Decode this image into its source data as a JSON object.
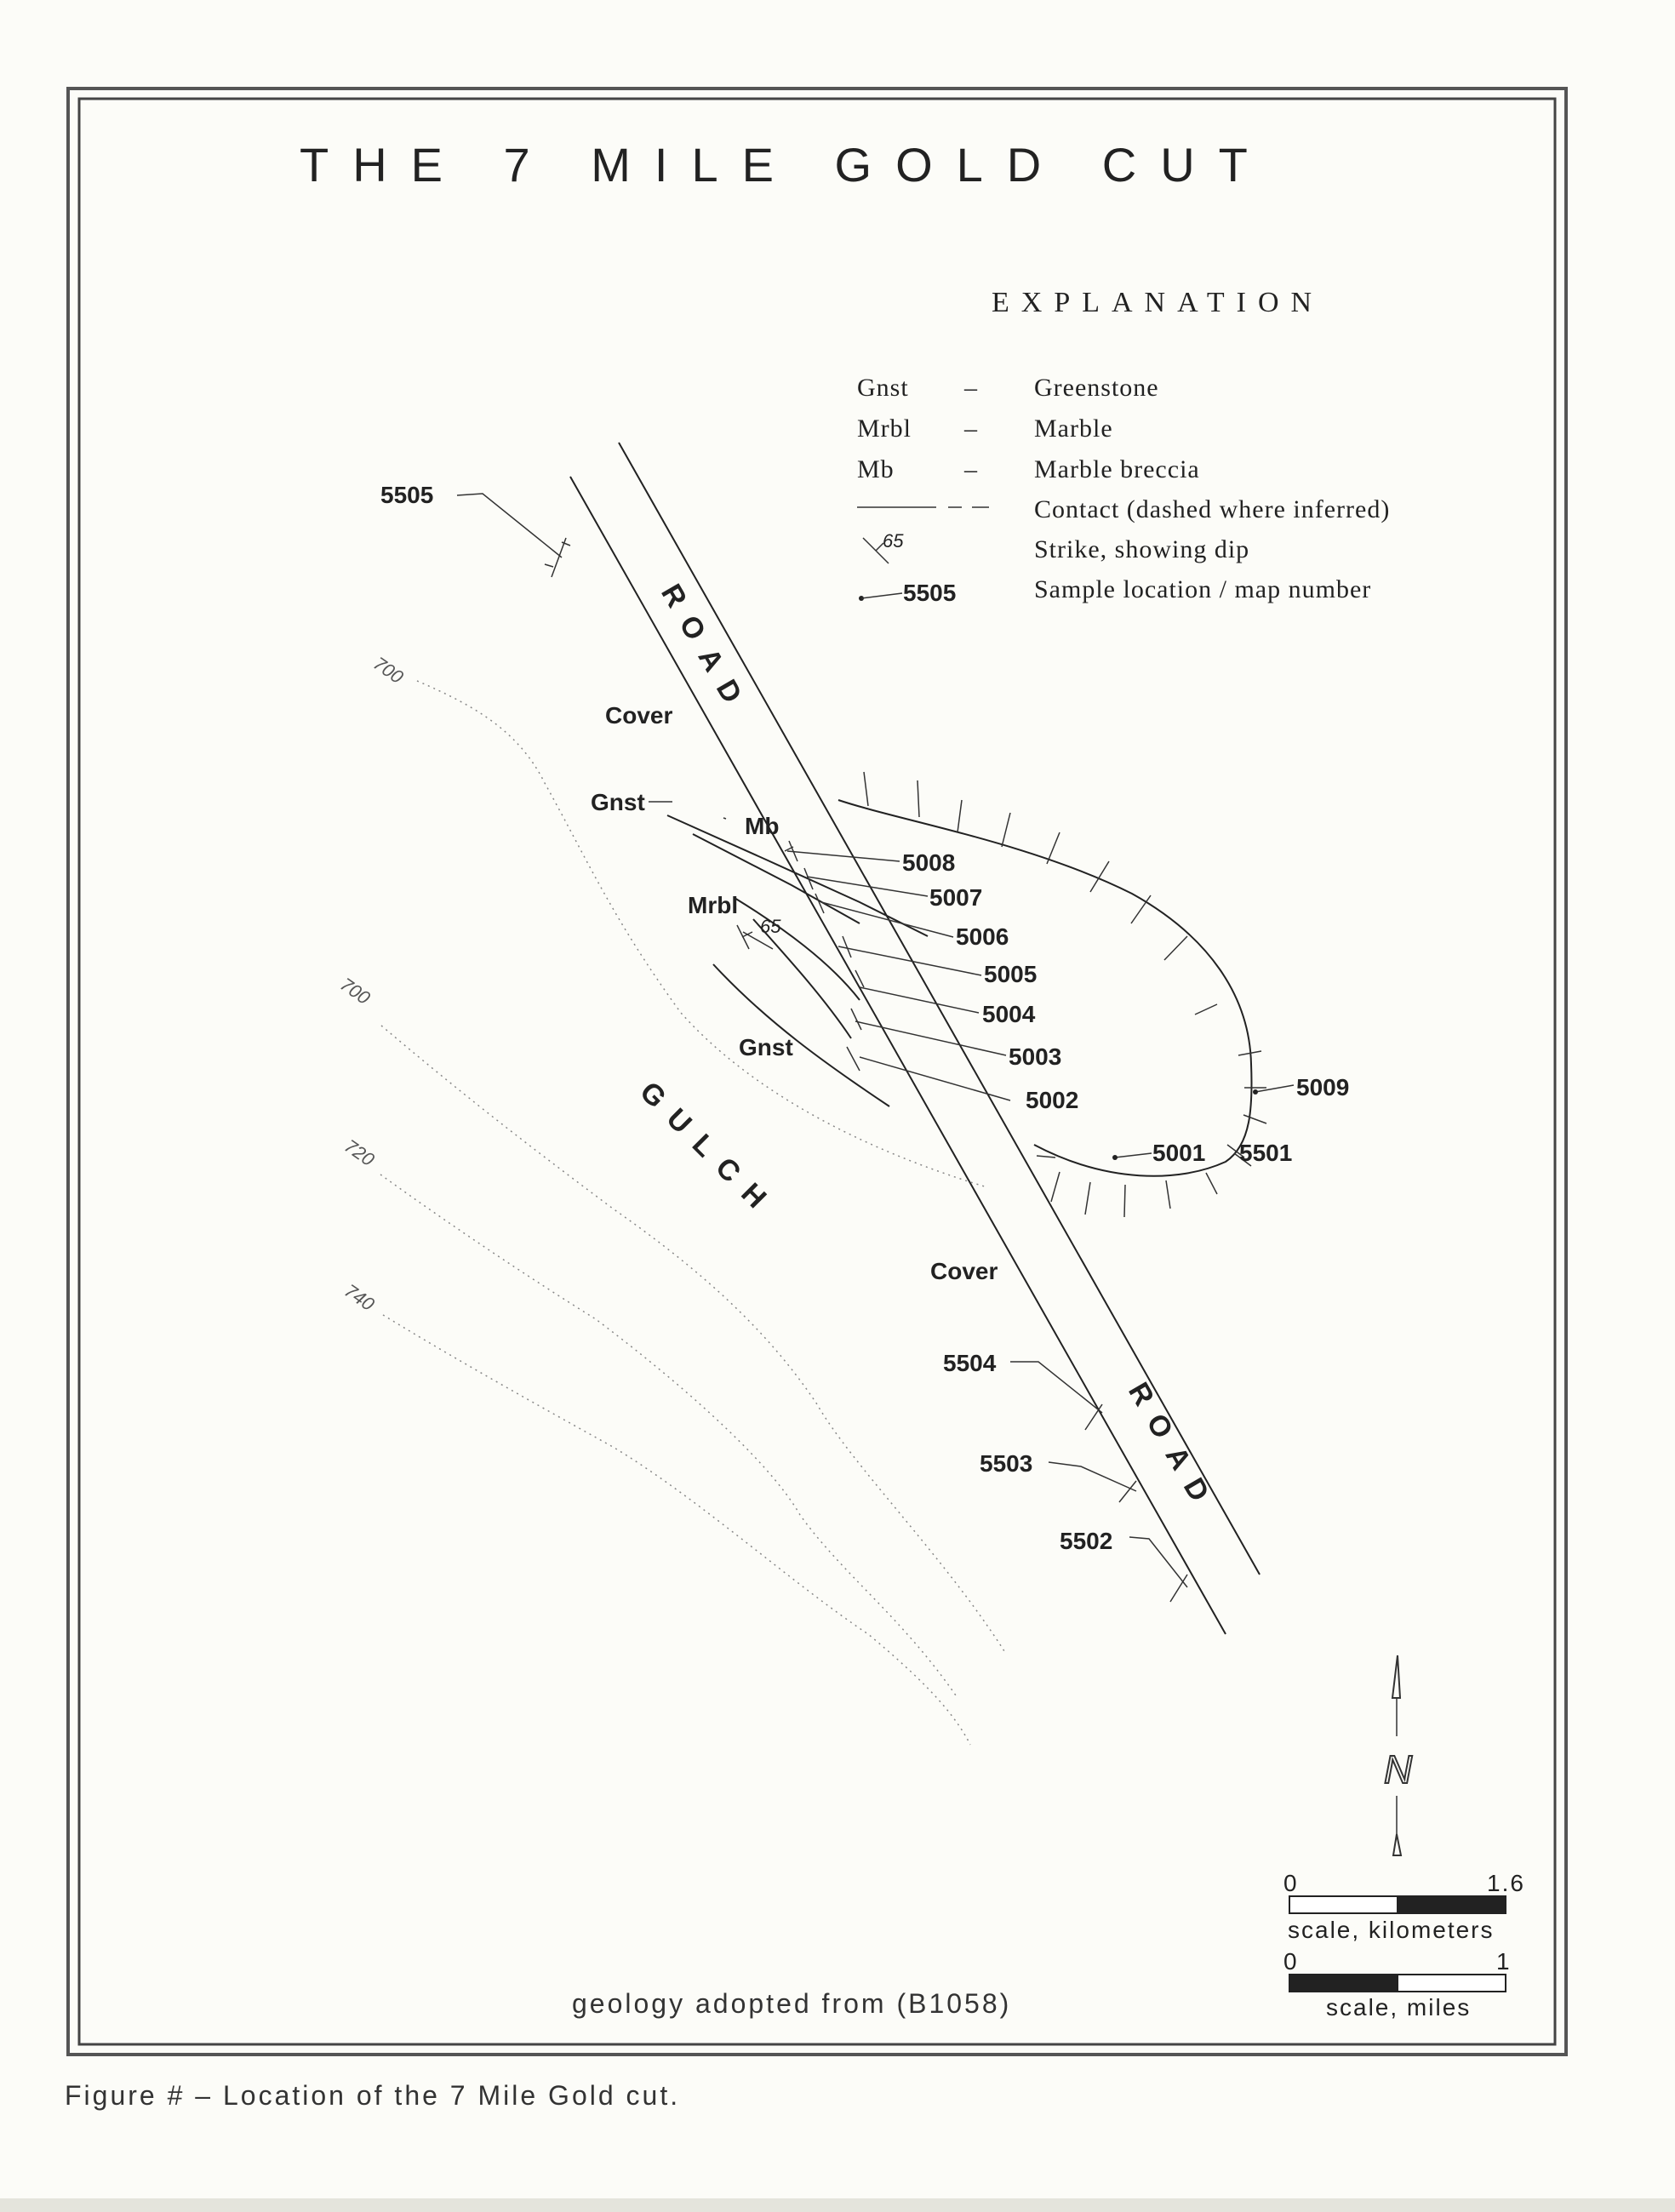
{
  "title": "THE 7 MILE GOLD CUT",
  "explanation": {
    "heading": "EXPLANATION",
    "items": [
      {
        "symbol": "Gnst",
        "dash": "–",
        "description": "Greenstone"
      },
      {
        "symbol": "Mrbl",
        "dash": "–",
        "description": "Marble"
      },
      {
        "symbol": "Mb",
        "dash": "–",
        "description": "Marble breccia"
      },
      {
        "symbol": "contact-line",
        "description": "Contact (dashed where inferred)"
      },
      {
        "symbol": "strike-dip",
        "dip_value": "65",
        "description": "Strike, showing dip"
      },
      {
        "symbol": "sample-marker",
        "sample_number": "5505",
        "description": "Sample location / map number"
      }
    ]
  },
  "map_labels": {
    "road_upper": "ROAD",
    "road_lower": "ROAD",
    "gulch": "GULCH",
    "cover_upper": "Cover",
    "cover_lower": "Cover",
    "gnst_upper": "Gnst",
    "gnst_lower": "Gnst",
    "mb": "Mb",
    "mrbl": "Mrbl",
    "dip": "65"
  },
  "samples": [
    "5505",
    "5008",
    "5007",
    "5006",
    "5005",
    "5004",
    "5003",
    "5002",
    "5009",
    "5001",
    "5501",
    "5504",
    "5503",
    "5502"
  ],
  "contours": [
    "700",
    "700",
    "720",
    "740"
  ],
  "north": "N",
  "scale_km": {
    "start": "0",
    "end": "1.6",
    "label": "scale, kilometers"
  },
  "scale_mi": {
    "start": "0",
    "end": "1",
    "label": "scale, miles"
  },
  "credit": "geology adopted from (B1058)",
  "caption": "Figure # – Location of the 7 Mile Gold cut."
}
